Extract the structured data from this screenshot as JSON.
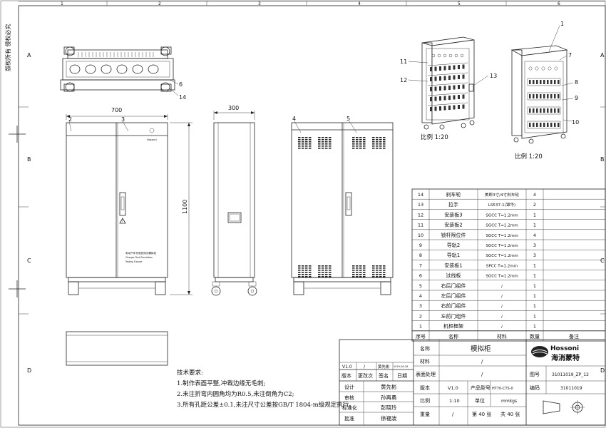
{
  "frame": {
    "col_labels": [
      "1",
      "2",
      "3",
      "4",
      "5",
      "6"
    ],
    "row_labels": [
      "A",
      "B",
      "C",
      "D"
    ],
    "rotated_note": "版权所有 侵权必究"
  },
  "dimensions": {
    "width": "700",
    "depth": "300",
    "height": "1100"
  },
  "front_door_plate": [
    "电动汽车充电桩测试模拟柜",
    "Charger Test Simulation",
    "Testing Fixture"
  ],
  "brand_mark_small": "Hossoni",
  "callouts": {
    "top_view": [
      "6",
      "14"
    ],
    "front": [
      "2",
      "3"
    ],
    "back": [
      "4",
      "5"
    ],
    "iso_left": [
      "11",
      "12",
      "13"
    ],
    "iso_right": [
      "1",
      "7",
      "8",
      "9",
      "10"
    ]
  },
  "scale_labels": [
    "比例 1:20",
    "比例 1:20"
  ],
  "notes": {
    "title": "技术要求:",
    "items": [
      "1.制作表面平整,冲裁边缘无毛刺;",
      "2.未注折弯内圆角均为R0.5,未注倒角为C2;",
      "3.所有孔距公差±0.1,未注尺寸公差按GB/T 1804-m级规定执行。"
    ]
  },
  "bom": {
    "headers": [
      "序号",
      "名称",
      "材料",
      "数量",
      "备注"
    ],
    "rows": [
      {
        "no": "14",
        "name": "刹车轮",
        "mat": "美郎3寸/4寸刹车轮",
        "qty": "4"
      },
      {
        "no": "13",
        "name": "拉手",
        "mat": "LS537-1(锦华)",
        "qty": "2"
      },
      {
        "no": "12",
        "name": "安装板3",
        "mat": "SGCC T=1.2mm",
        "qty": "1"
      },
      {
        "no": "11",
        "name": "安装板2",
        "mat": "SGCC T=1.2mm",
        "qty": "1"
      },
      {
        "no": "10",
        "name": "锁杆限位件",
        "mat": "SGCC T=1.2mm",
        "qty": "4"
      },
      {
        "no": "9",
        "name": "导轨2",
        "mat": "SGCC T=1.2mm",
        "qty": "3"
      },
      {
        "no": "8",
        "name": "导轨1",
        "mat": "SGCC T=1.2mm",
        "qty": "3"
      },
      {
        "no": "7",
        "name": "安装板1",
        "mat": "SPCC T=1.2mm",
        "qty": "1"
      },
      {
        "no": "6",
        "name": "过线板",
        "mat": "SGCC T=1.2mm",
        "qty": "1"
      },
      {
        "no": "5",
        "name": "右后门组件",
        "mat": "/",
        "qty": "1"
      },
      {
        "no": "4",
        "name": "左后门组件",
        "mat": "/",
        "qty": "1"
      },
      {
        "no": "3",
        "name": "右前门组件",
        "mat": "/",
        "qty": "1"
      },
      {
        "no": "2",
        "name": "左前门组件",
        "mat": "/",
        "qty": "1"
      },
      {
        "no": "1",
        "name": "机柜框架",
        "mat": "/",
        "qty": "1"
      }
    ]
  },
  "title_block": {
    "revision": {
      "ver": "V1.0",
      "mark": "/",
      "person": "黄先彬",
      "date": "2019-06-26"
    },
    "rev_headers": [
      "版本",
      "更改次",
      "签名",
      "日期"
    ],
    "roles": [
      {
        "role": "设计",
        "name": "黄先彬"
      },
      {
        "role": "审核",
        "name": "孙再勇"
      },
      {
        "role": "标准化",
        "name": "彭晓玲"
      },
      {
        "role": "批准",
        "name": "徐福波"
      }
    ],
    "name_label": "名称",
    "name_value": "模拟柜",
    "material_label": "材料",
    "material_value": "/",
    "surface_label": "表面处理",
    "surface_value": "/",
    "version_label": "版本",
    "version_value": "V1.0",
    "model_label": "产品型号",
    "model_value": "HT70-CTS-0",
    "scale_label": "比例",
    "scale_value": "1:10",
    "unit_label": "单位",
    "unit_value": "mmkgs",
    "weight_label": "重量",
    "weight_value": "/",
    "sheet_text": "第 40 张",
    "total_text": "共 40 张",
    "drawing_no_label": "图号",
    "drawing_no_value": "31011019_ZP_12",
    "code_label": "编码",
    "code_value": "31011019",
    "company_logo_text": "Hossoni",
    "company_cn": "海消蒙特"
  }
}
